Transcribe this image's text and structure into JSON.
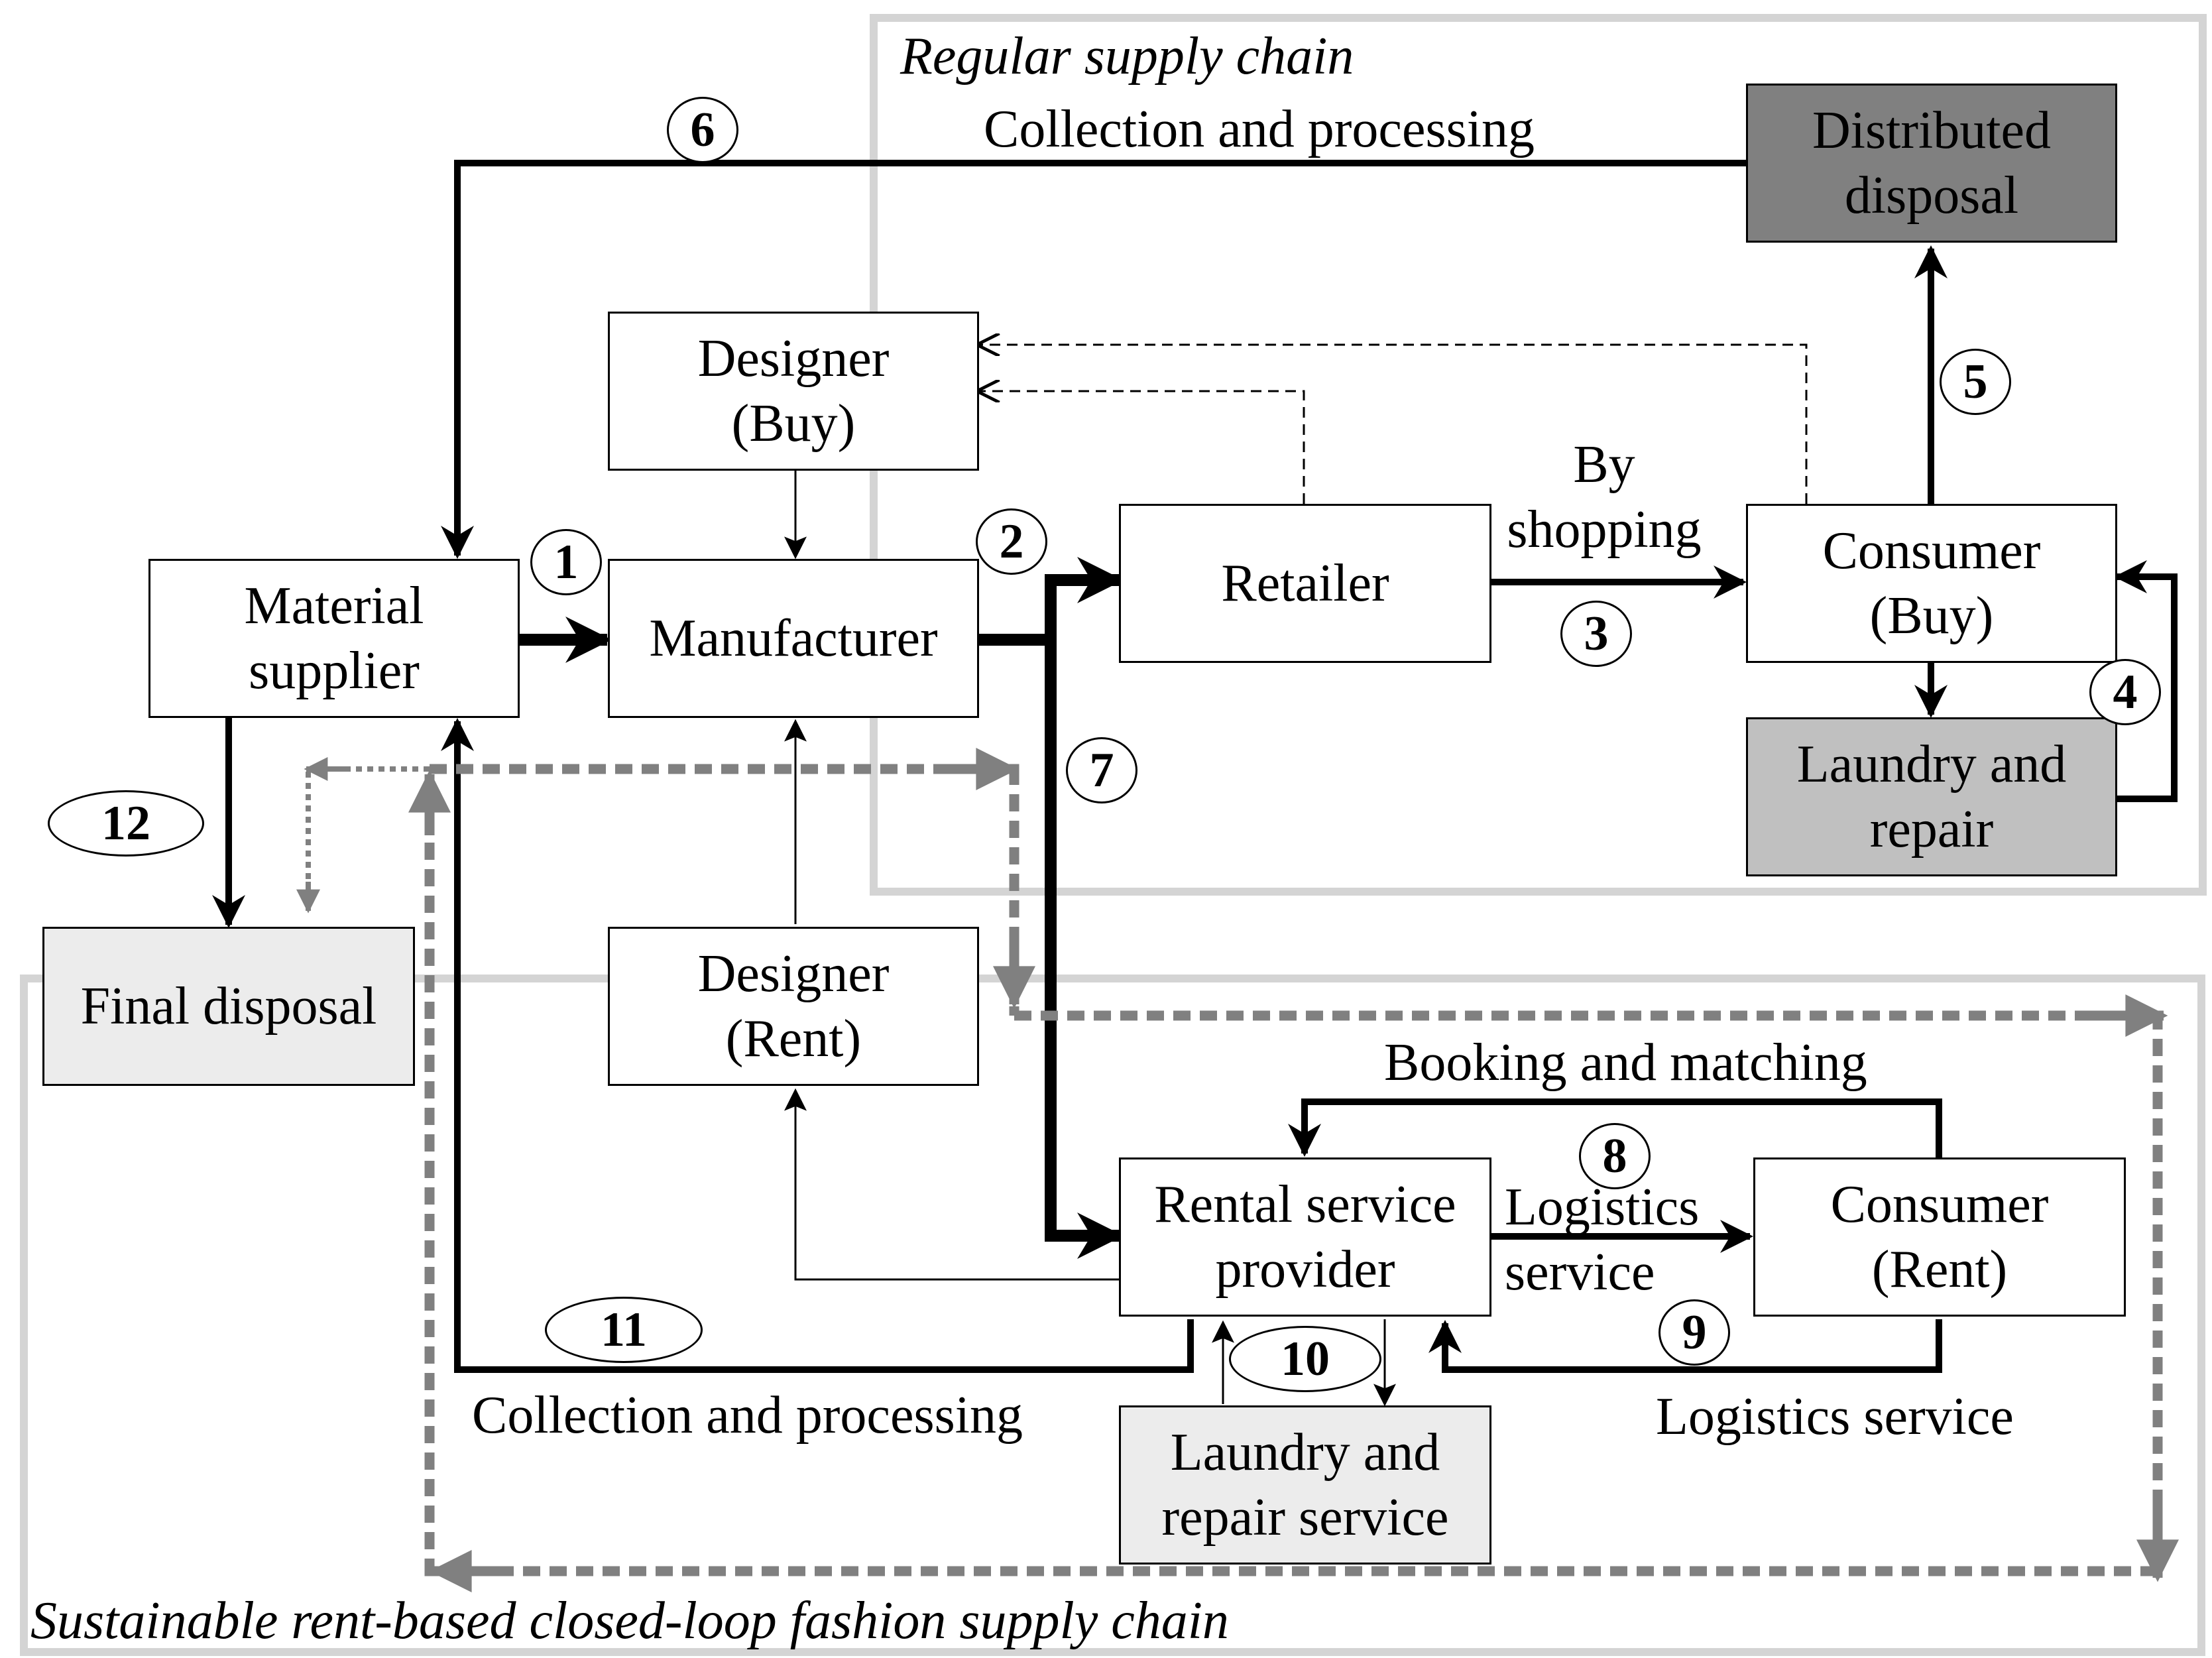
{
  "regions": {
    "regular": "Regular supply chain",
    "sustainable": "Sustainable rent-based closed-loop fashion supply chain"
  },
  "nodes": {
    "distributed_disposal": [
      "Distributed",
      "disposal"
    ],
    "designer_buy": [
      "Designer",
      "(Buy)"
    ],
    "material_supplier": [
      "Material",
      "supplier"
    ],
    "manufacturer": "Manufacturer",
    "retailer": "Retailer",
    "consumer_buy": [
      "Consumer",
      "(Buy)"
    ],
    "laundry_repair": [
      "Laundry and",
      "repair"
    ],
    "final_disposal": "Final disposal",
    "designer_rent": [
      "Designer",
      "(Rent)"
    ],
    "rental_provider": [
      "Rental service",
      "provider"
    ],
    "consumer_rent": [
      "Consumer",
      "(Rent)"
    ],
    "laundry_repair_service": [
      "Laundry and",
      "repair service"
    ]
  },
  "labels": {
    "collection_top": "Collection and processing",
    "by_shopping": [
      "By",
      "shopping"
    ],
    "booking": "Booking and matching",
    "logistics_8": [
      "Logistics",
      "service"
    ],
    "logistics_9": "Logistics service",
    "collection_bottom": "Collection and processing"
  },
  "steps": [
    "1",
    "2",
    "3",
    "4",
    "5",
    "6",
    "7",
    "8",
    "9",
    "10",
    "11",
    "12"
  ],
  "colors": {
    "dark_box": "#808080",
    "mid_box": "#c0c0c0",
    "light_box": "#ececec",
    "dashed_gray": "#808080",
    "region_border": "#d4d4d4"
  }
}
